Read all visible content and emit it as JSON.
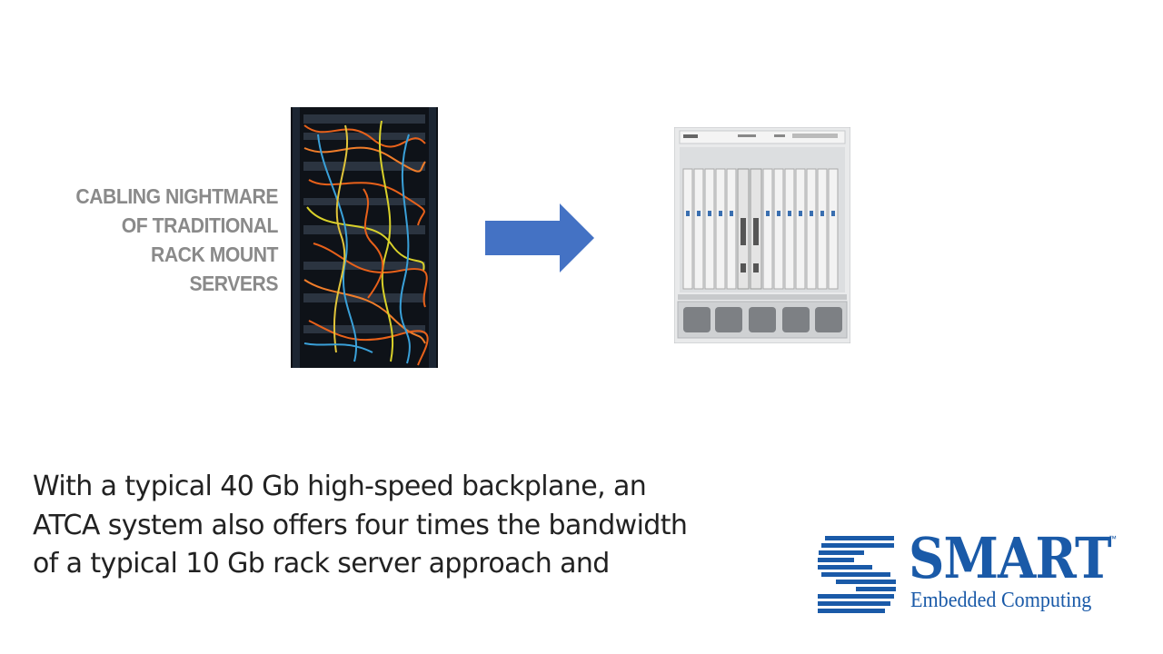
{
  "left_panel": {
    "label_lines": [
      "CABLING NIGHTMARE",
      "OF TRADITIONAL",
      "RACK MOUNT",
      "SERVERS"
    ]
  },
  "images": {
    "rack_photo": "cabled-server-rack",
    "transition_icon": "right-arrow-icon",
    "chassis_photo": "atca-chassis"
  },
  "caption": {
    "lines": [
      "With a typical 40 Gb high-speed backplane, an",
      "ATCA system also offers four times the bandwidth",
      "of a typical 10 Gb rack server approach and"
    ]
  },
  "logo": {
    "name": "SMART",
    "tm": "™",
    "tagline": "Embedded Computing",
    "color": "#1a5aa8"
  },
  "colors": {
    "arrow": "#4472c4",
    "label": "#8a8a8a",
    "caption": "#222222"
  }
}
